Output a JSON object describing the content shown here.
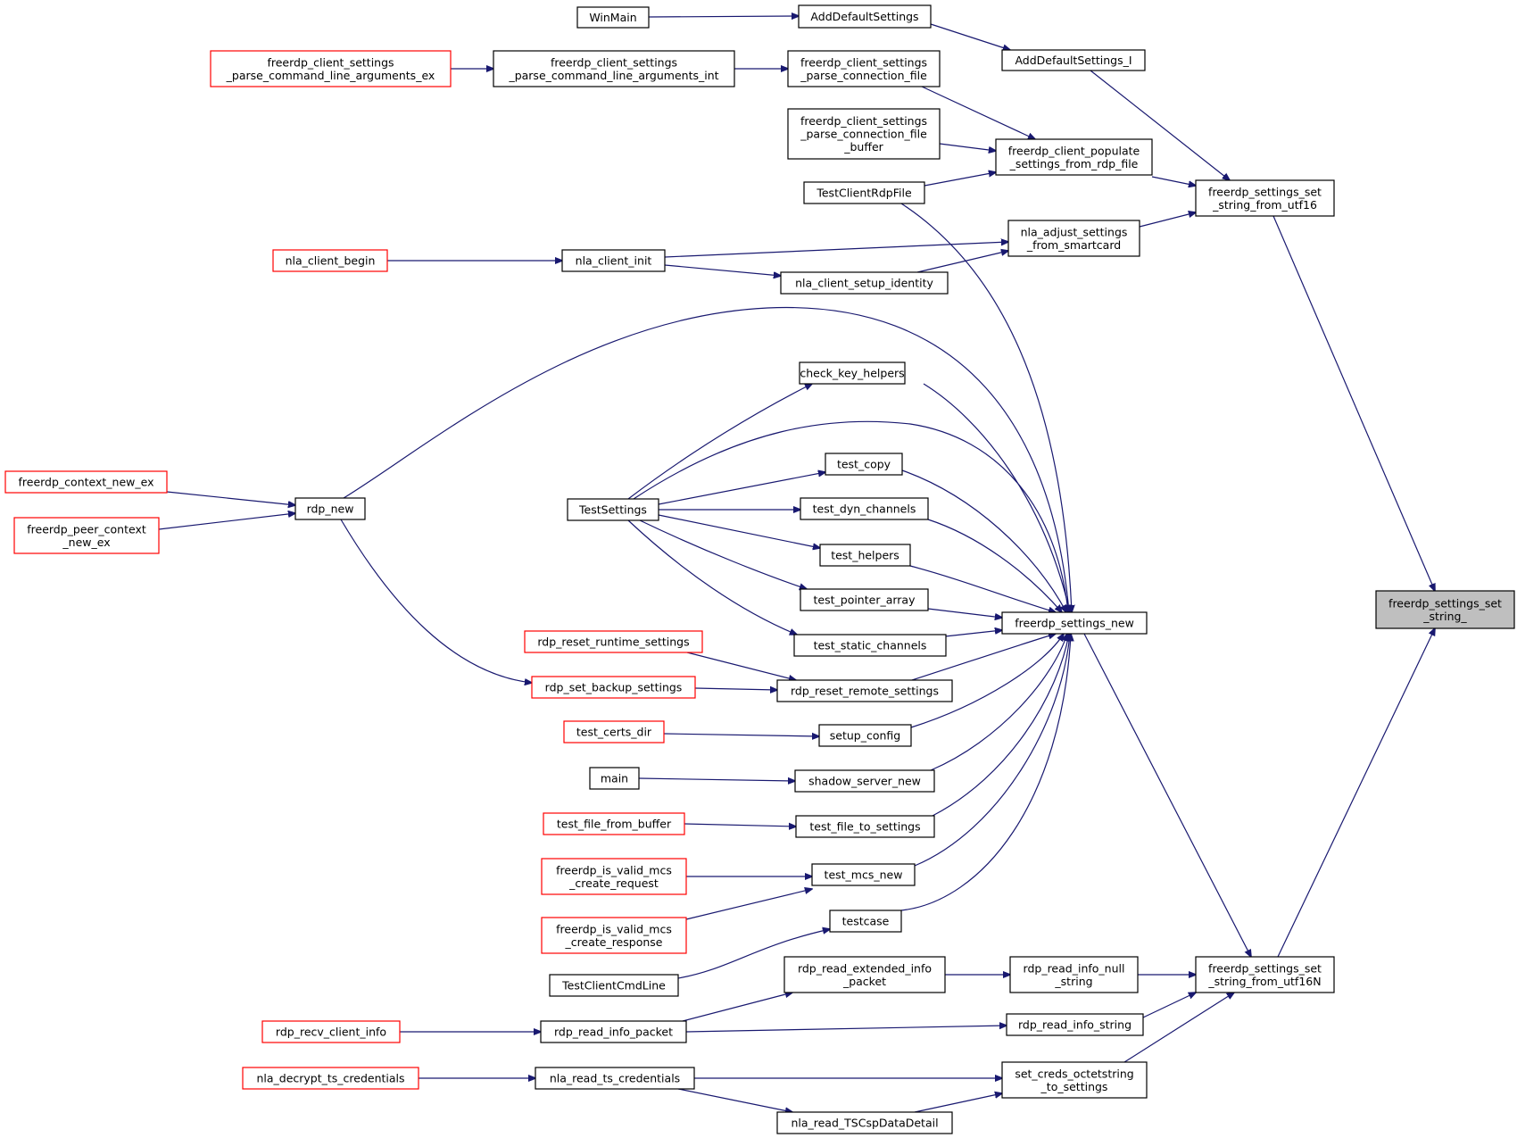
{
  "nodes": [
    {
      "id": "current",
      "lines": [
        "freerdp_settings_set",
        "_string_"
      ],
      "style": "current"
    },
    {
      "id": "utf16",
      "lines": [
        "freerdp_settings_set",
        "_string_from_utf16"
      ],
      "style": "normal"
    },
    {
      "id": "utf16n",
      "lines": [
        "freerdp_settings_set",
        "_string_from_utf16N"
      ],
      "style": "normal"
    },
    {
      "id": "winmain",
      "lines": [
        "WinMain"
      ],
      "style": "normal"
    },
    {
      "id": "ads",
      "lines": [
        "AddDefaultSettings"
      ],
      "style": "normal"
    },
    {
      "id": "ads_i",
      "lines": [
        "AddDefaultSettings_I"
      ],
      "style": "normal"
    },
    {
      "id": "pcla_ex",
      "lines": [
        "freerdp_client_settings",
        "_parse_command_line_arguments_ex"
      ],
      "style": "red"
    },
    {
      "id": "pcla_int",
      "lines": [
        "freerdp_client_settings",
        "_parse_command_line_arguments_int"
      ],
      "style": "normal"
    },
    {
      "id": "pcf",
      "lines": [
        "freerdp_client_settings",
        "_parse_connection_file"
      ],
      "style": "normal"
    },
    {
      "id": "pcfb",
      "lines": [
        "freerdp_client_settings",
        "_parse_connection_file",
        "_buffer"
      ],
      "style": "normal"
    },
    {
      "id": "populate",
      "lines": [
        "freerdp_client_populate",
        "_settings_from_rdp_file"
      ],
      "style": "normal"
    },
    {
      "id": "tcrf",
      "lines": [
        "TestClientRdpFile"
      ],
      "style": "normal"
    },
    {
      "id": "nla_adjust",
      "lines": [
        "nla_adjust_settings",
        "_from_smartcard"
      ],
      "style": "normal"
    },
    {
      "id": "nla_begin",
      "lines": [
        "nla_client_begin"
      ],
      "style": "red"
    },
    {
      "id": "nla_init",
      "lines": [
        "nla_client_init"
      ],
      "style": "normal"
    },
    {
      "id": "nla_setup",
      "lines": [
        "nla_client_setup_identity"
      ],
      "style": "normal"
    },
    {
      "id": "ctx_new_ex",
      "lines": [
        "freerdp_context_new_ex"
      ],
      "style": "red"
    },
    {
      "id": "peer_ctx",
      "lines": [
        "freerdp_peer_context",
        "_new_ex"
      ],
      "style": "red"
    },
    {
      "id": "rdp_new",
      "lines": [
        "rdp_new"
      ],
      "style": "normal"
    },
    {
      "id": "check_key",
      "lines": [
        "check_key_helpers"
      ],
      "style": "normal"
    },
    {
      "id": "testsettings",
      "lines": [
        "TestSettings"
      ],
      "style": "normal"
    },
    {
      "id": "test_copy",
      "lines": [
        "test_copy"
      ],
      "style": "normal"
    },
    {
      "id": "test_dyn",
      "lines": [
        "test_dyn_channels"
      ],
      "style": "normal"
    },
    {
      "id": "test_helpers",
      "lines": [
        "test_helpers"
      ],
      "style": "normal"
    },
    {
      "id": "test_ptr",
      "lines": [
        "test_pointer_array"
      ],
      "style": "normal"
    },
    {
      "id": "test_static",
      "lines": [
        "test_static_channels"
      ],
      "style": "normal"
    },
    {
      "id": "fsn",
      "lines": [
        "freerdp_settings_new"
      ],
      "style": "normal"
    },
    {
      "id": "rdp_rrs",
      "lines": [
        "rdp_reset_runtime_settings"
      ],
      "style": "red"
    },
    {
      "id": "rdp_sbs",
      "lines": [
        "rdp_set_backup_settings"
      ],
      "style": "red"
    },
    {
      "id": "rdp_rrem",
      "lines": [
        "rdp_reset_remote_settings"
      ],
      "style": "normal"
    },
    {
      "id": "certs",
      "lines": [
        "test_certs_dir"
      ],
      "style": "red"
    },
    {
      "id": "setup_config",
      "lines": [
        "setup_config"
      ],
      "style": "normal"
    },
    {
      "id": "main",
      "lines": [
        "main"
      ],
      "style": "normal"
    },
    {
      "id": "shadow",
      "lines": [
        "shadow_server_new"
      ],
      "style": "normal"
    },
    {
      "id": "tffb",
      "lines": [
        "test_file_from_buffer"
      ],
      "style": "red"
    },
    {
      "id": "tfts",
      "lines": [
        "test_file_to_settings"
      ],
      "style": "normal"
    },
    {
      "id": "mcs_req",
      "lines": [
        "freerdp_is_valid_mcs",
        "_create_request"
      ],
      "style": "red"
    },
    {
      "id": "mcs_resp",
      "lines": [
        "freerdp_is_valid_mcs",
        "_create_response"
      ],
      "style": "red"
    },
    {
      "id": "test_mcs",
      "lines": [
        "test_mcs_new"
      ],
      "style": "normal"
    },
    {
      "id": "testcase",
      "lines": [
        "testcase"
      ],
      "style": "normal"
    },
    {
      "id": "tccl",
      "lines": [
        "TestClientCmdLine"
      ],
      "style": "normal"
    },
    {
      "id": "rrei",
      "lines": [
        "rdp_read_extended_info",
        "_packet"
      ],
      "style": "normal"
    },
    {
      "id": "rrins",
      "lines": [
        "rdp_read_info_null",
        "_string"
      ],
      "style": "normal"
    },
    {
      "id": "rrci",
      "lines": [
        "rdp_recv_client_info"
      ],
      "style": "red"
    },
    {
      "id": "rrip",
      "lines": [
        "rdp_read_info_packet"
      ],
      "style": "normal"
    },
    {
      "id": "rris",
      "lines": [
        "rdp_read_info_string"
      ],
      "style": "normal"
    },
    {
      "id": "nla_dec",
      "lines": [
        "nla_decrypt_ts_credentials"
      ],
      "style": "red"
    },
    {
      "id": "nla_rtc",
      "lines": [
        "nla_read_ts_credentials"
      ],
      "style": "normal"
    },
    {
      "id": "set_creds",
      "lines": [
        "set_creds_octetstring",
        "_to_settings"
      ],
      "style": "normal"
    },
    {
      "id": "nla_tscsp",
      "lines": [
        "nla_read_TSCspDataDetail"
      ],
      "style": "normal"
    }
  ]
}
